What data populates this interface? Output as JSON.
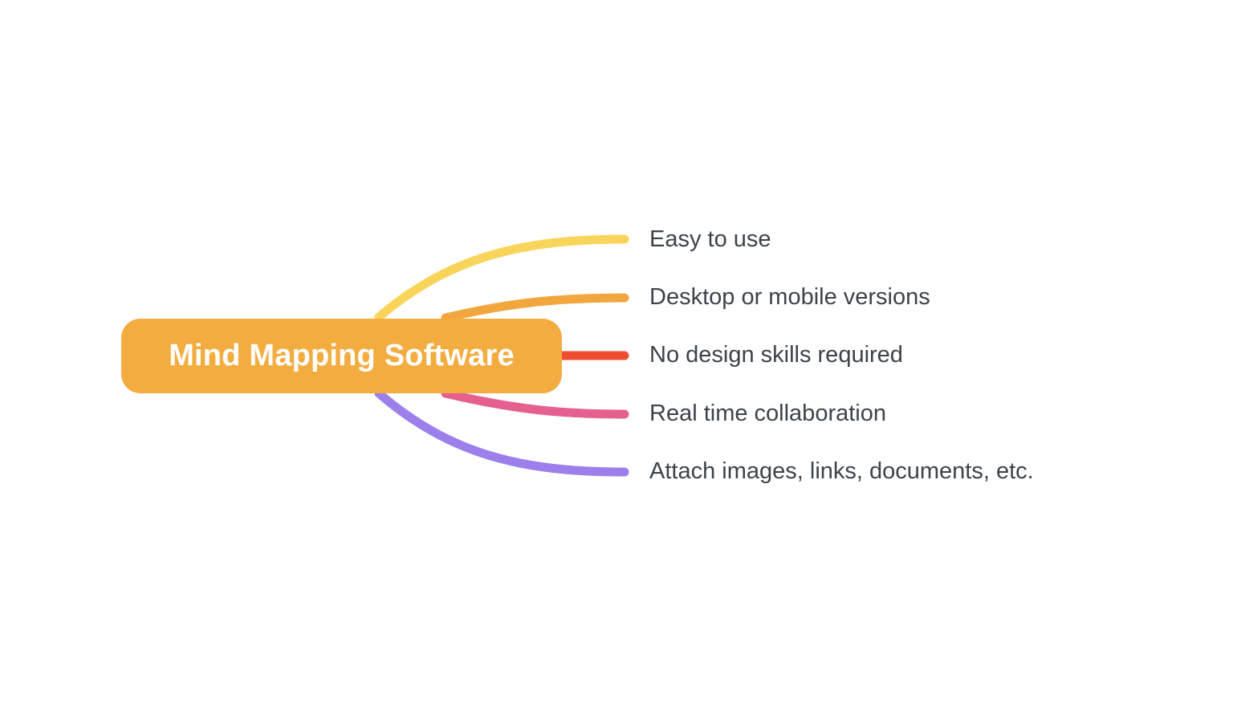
{
  "mindmap": {
    "central_topic": {
      "label": "Mind Mapping Software",
      "color": "#F3AC40",
      "text_color": "#FFFFFF"
    },
    "branches": [
      {
        "label": "Easy to use",
        "color": "#F8D55A"
      },
      {
        "label": "Desktop or mobile versions",
        "color": "#F2A73E"
      },
      {
        "label": "No design skills required",
        "color": "#EE4E2F"
      },
      {
        "label": "Real time collaboration",
        "color": "#E5608E"
      },
      {
        "label": "Attach images, links, documents, etc.",
        "color": "#9C7FEA"
      }
    ]
  }
}
